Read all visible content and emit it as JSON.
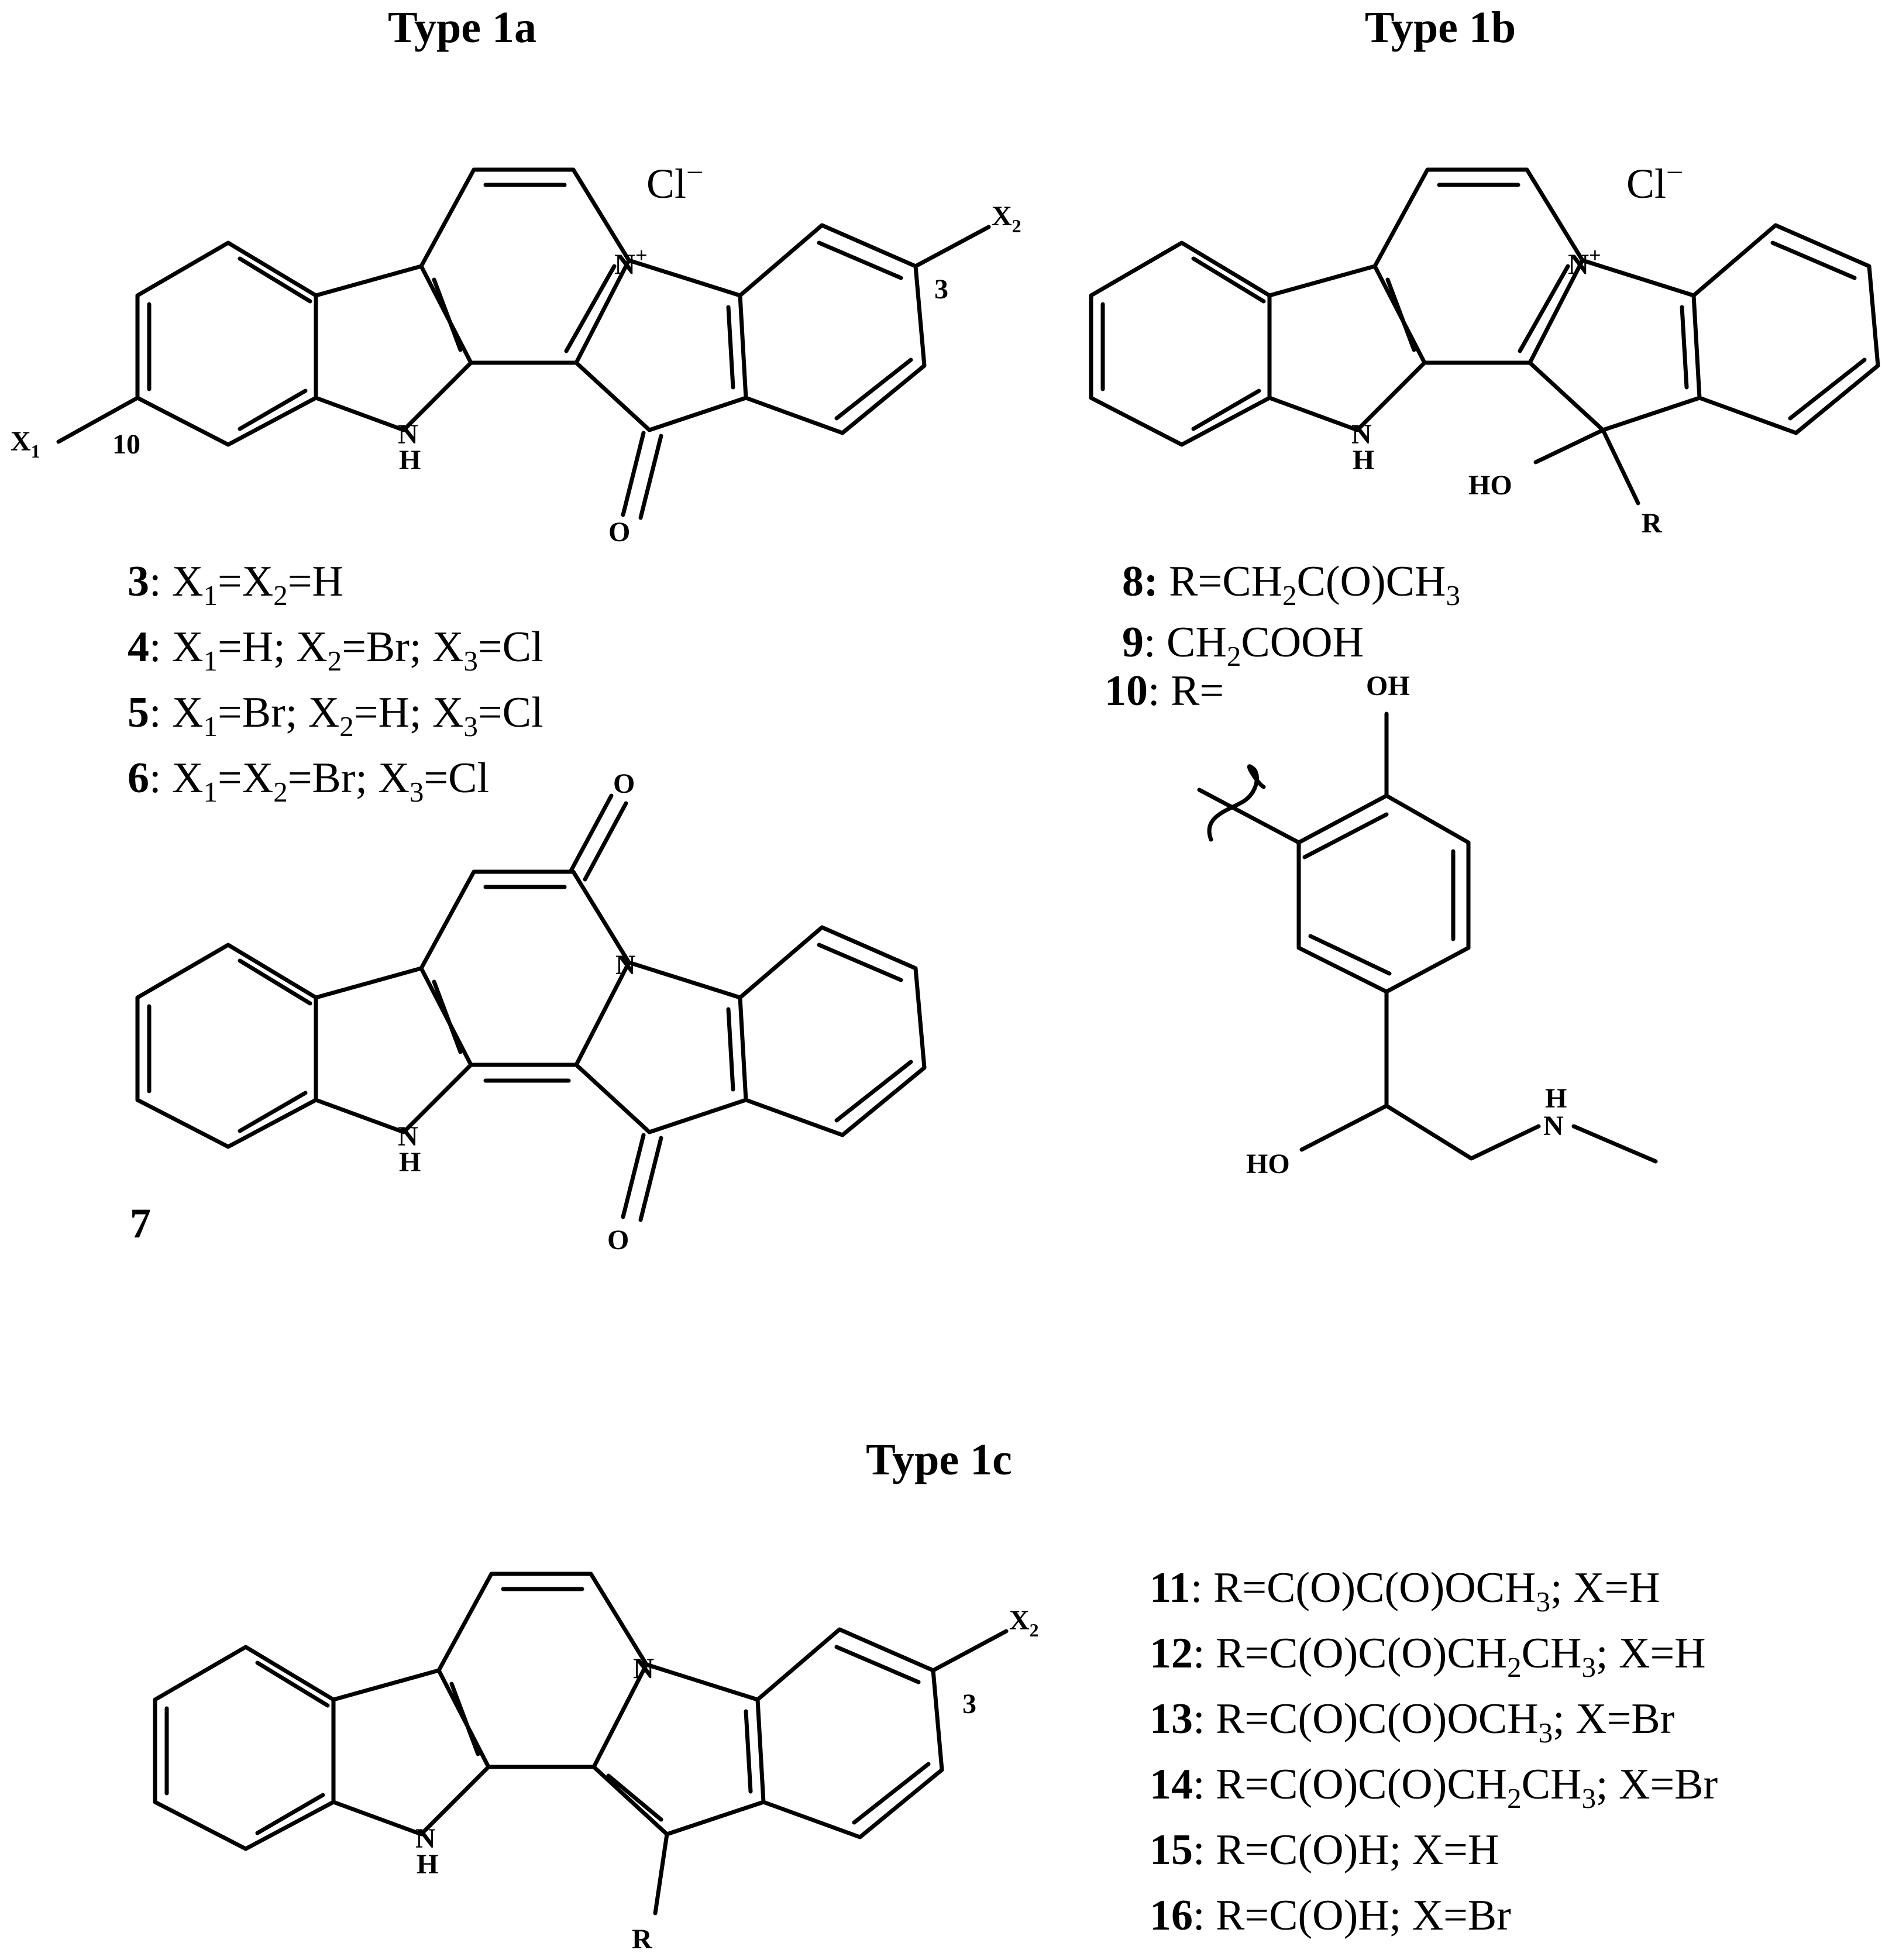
{
  "titles": {
    "t1a": "Type 1a",
    "t1b": "Type 1b",
    "t1c": "Type 1c"
  },
  "atoms": {
    "cl": "Cl",
    "minus": "−",
    "n": "N",
    "plus": "+",
    "h": "H",
    "o": "O",
    "x": "X",
    "sub1": "1",
    "sub2": "2",
    "pos10": "10",
    "pos3": "3",
    "ho": "HO",
    "oh": "OH",
    "r": "R"
  },
  "compounds_1a": [
    {
      "id": "3",
      "parts": [
        [
          "X",
          ""
        ],
        [
          "1",
          "s"
        ],
        [
          "=X",
          ""
        ],
        [
          "2",
          "s"
        ],
        [
          "=H",
          ""
        ]
      ]
    },
    {
      "id": "4",
      "parts": [
        [
          "X",
          ""
        ],
        [
          "1",
          "s"
        ],
        [
          "=H; X",
          ""
        ],
        [
          "2",
          "s"
        ],
        [
          "=Br; X",
          ""
        ],
        [
          "3",
          "s"
        ],
        [
          "=Cl",
          ""
        ]
      ]
    },
    {
      "id": "5",
      "parts": [
        [
          "X",
          ""
        ],
        [
          "1",
          "s"
        ],
        [
          "=Br; X",
          ""
        ],
        [
          "2",
          "s"
        ],
        [
          "=H; X",
          ""
        ],
        [
          "3",
          "s"
        ],
        [
          "=Cl",
          ""
        ]
      ]
    },
    {
      "id": "6",
      "parts": [
        [
          "X",
          ""
        ],
        [
          "1",
          "s"
        ],
        [
          "=X",
          ""
        ],
        [
          "2",
          "s"
        ],
        [
          "=Br; X",
          ""
        ],
        [
          "3",
          "s"
        ],
        [
          "=Cl",
          ""
        ]
      ]
    }
  ],
  "compound_7": "7",
  "compounds_1b": [
    {
      "id": "8:",
      "parts": [
        [
          "R=CH",
          ""
        ],
        [
          "2",
          "s"
        ],
        [
          "C(O)CH",
          ""
        ],
        [
          "3",
          "s"
        ]
      ]
    },
    {
      "id": "9",
      "parts": [
        [
          ": CH",
          ""
        ],
        [
          "2",
          "s"
        ],
        [
          "COOH",
          ""
        ]
      ]
    },
    {
      "id": "10",
      "parts": [
        [
          ": R=",
          ""
        ]
      ]
    }
  ],
  "compounds_1c": [
    {
      "id": "11",
      "parts": [
        [
          ": R=C(O)C(O)OCH",
          ""
        ],
        [
          "3",
          "s"
        ],
        [
          "; X=H",
          ""
        ]
      ]
    },
    {
      "id": "12",
      "parts": [
        [
          ": R=C(O)C(O)CH",
          ""
        ],
        [
          "2",
          "s"
        ],
        [
          "CH",
          ""
        ],
        [
          "3",
          "s"
        ],
        [
          "; X=H",
          ""
        ]
      ]
    },
    {
      "id": "13",
      "parts": [
        [
          ": R=C(O)C(O)OCH",
          ""
        ],
        [
          "3",
          "s"
        ],
        [
          "; X=Br",
          ""
        ]
      ]
    },
    {
      "id": "14",
      "parts": [
        [
          ": R=C(O)C(O)CH",
          ""
        ],
        [
          "2",
          "s"
        ],
        [
          "CH",
          ""
        ],
        [
          "3",
          "s"
        ],
        [
          "; X=Br",
          ""
        ]
      ]
    },
    {
      "id": "15",
      "parts": [
        [
          ": R=C(O)H; X=H",
          ""
        ]
      ]
    },
    {
      "id": "16",
      "parts": [
        [
          ": R=C(O)H; X=Br",
          ""
        ]
      ]
    }
  ]
}
